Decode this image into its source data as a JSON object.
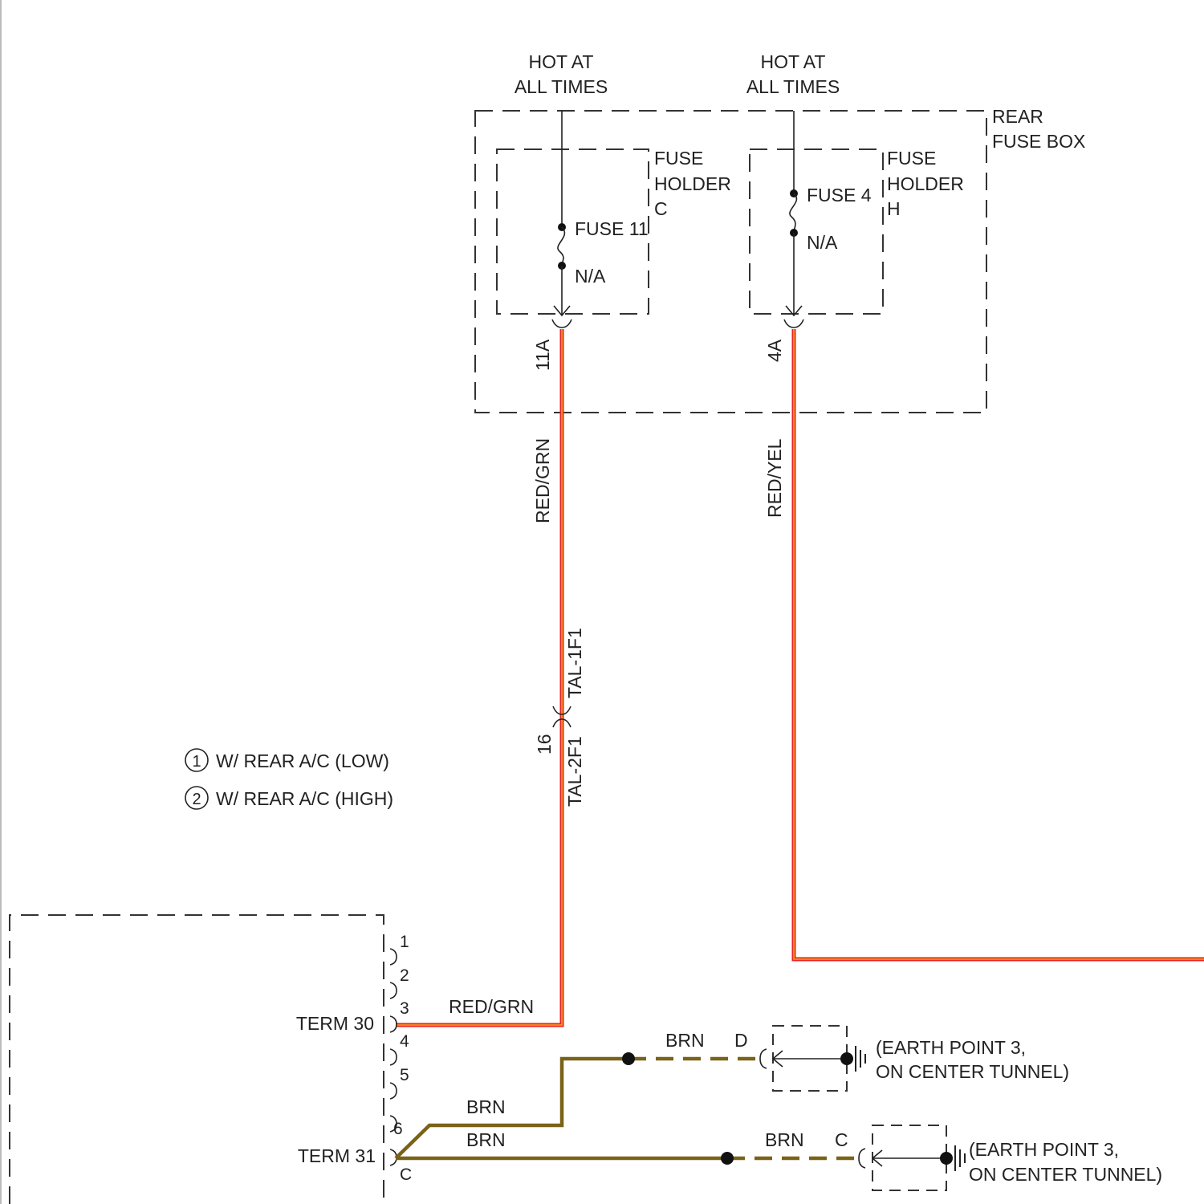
{
  "colors": {
    "wire_red_outer": "#e8231e",
    "wire_red_core": "#f5a623",
    "wire_brown": "#7a6218",
    "line": "#222222",
    "background": "#ffffff"
  },
  "power_sources": {
    "left": [
      "HOT AT",
      "ALL TIMES"
    ],
    "right": [
      "HOT AT",
      "ALL TIMES"
    ]
  },
  "rear_fuse_box": {
    "label": [
      "REAR",
      "FUSE BOX"
    ]
  },
  "fuse_holder_c": {
    "label": [
      "FUSE",
      "HOLDER",
      "C"
    ],
    "fuse_name": "FUSE 11",
    "fuse_rating": "N/A",
    "pin": "11A"
  },
  "fuse_holder_h": {
    "label": [
      "FUSE",
      "HOLDER",
      "H"
    ],
    "fuse_name": "FUSE 4",
    "fuse_rating": "N/A",
    "pin": "4A"
  },
  "wires": {
    "left_vertical": "RED/GRN",
    "right_vertical": "RED/YEL",
    "term30_wire": "RED/GRN",
    "ground_upper": "BRN",
    "ground_lower": "BRN",
    "ground_upper_run": "BRN",
    "ground_lower_run": "BRN"
  },
  "inline_connector": {
    "upper": "TAL-1F1",
    "lower": "TAL-2F1",
    "pin": "16"
  },
  "legend": [
    {
      "num": "1",
      "text": "W/ REAR A/C (LOW)"
    },
    {
      "num": "2",
      "text": "W/ REAR A/C (HIGH)"
    }
  ],
  "module_pins": [
    "1",
    "2",
    "3",
    "4",
    "5",
    "6",
    "C"
  ],
  "terminals": {
    "term30": "TERM 30",
    "term31": "TERM 31"
  },
  "grounds": [
    {
      "connector": "D",
      "label": [
        "(EARTH POINT 3,",
        "ON CENTER TUNNEL)"
      ]
    },
    {
      "connector": "C",
      "label": [
        "(EARTH POINT 3,",
        "ON CENTER TUNNEL)"
      ]
    }
  ]
}
